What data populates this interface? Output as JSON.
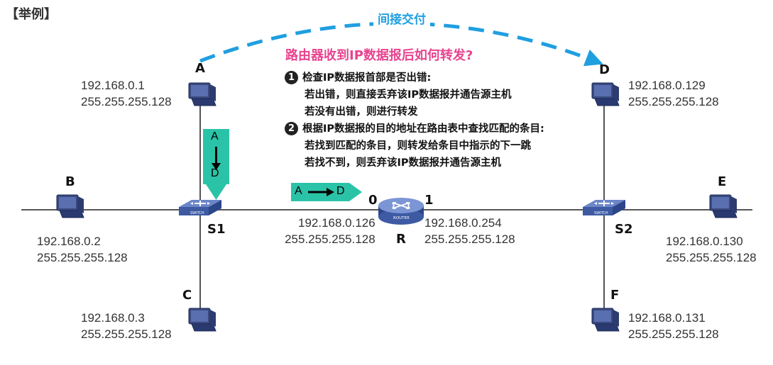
{
  "title": "【举例】",
  "banner": "间接交付",
  "question": "路由器收到IP数据报后如何转发?",
  "steps": [
    {
      "num": "1",
      "head": "检查IP数据报首部是否出错:",
      "lines": [
        "若出错，则直接丢弃该IP数据报并通告源主机",
        "若没有出错，则进行转发"
      ]
    },
    {
      "num": "2",
      "head": "根据IP数据报的目的地址在路由表中查找匹配的条目:",
      "lines": [
        "若找到匹配的条目，则转发给条目中指示的下一跳",
        "若找不到，则丢弃该IP数据报并通告源主机"
      ]
    }
  ],
  "hosts": {
    "A": {
      "label": "A",
      "ip": "192.168.0.1",
      "mask": "255.255.255.128"
    },
    "B": {
      "label": "B",
      "ip": "192.168.0.2",
      "mask": "255.255.255.128"
    },
    "C": {
      "label": "C",
      "ip": "192.168.0.3",
      "mask": "255.255.255.128"
    },
    "D": {
      "label": "D",
      "ip": "192.168.0.129",
      "mask": "255.255.255.128"
    },
    "E": {
      "label": "E",
      "ip": "192.168.0.130",
      "mask": "255.255.255.128"
    },
    "F": {
      "label": "F",
      "ip": "192.168.0.131",
      "mask": "255.255.255.128"
    }
  },
  "switches": {
    "S1": {
      "label": "S1",
      "icon_text": "SWITCH"
    },
    "S2": {
      "label": "S2",
      "icon_text": "SWITCH"
    }
  },
  "router": {
    "label": "R",
    "icon_text": "ROUTER",
    "port0": {
      "label": "0",
      "ip": "192.168.0.126",
      "mask": "255.255.255.128"
    },
    "port1": {
      "label": "1",
      "ip": "192.168.0.254",
      "mask": "255.255.255.128"
    }
  },
  "packet_vertical": {
    "from": "A",
    "to": "D"
  },
  "packet_horizontal": {
    "from": "A",
    "to": "D"
  },
  "colors": {
    "accent_blue": "#1f9fe0",
    "question_pink": "#e8438f",
    "packet_teal": "#2bc3a8",
    "line_gray": "#555555"
  }
}
